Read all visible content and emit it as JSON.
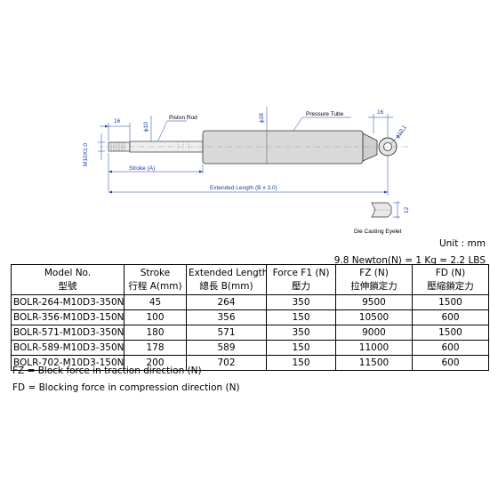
{
  "drawing": {
    "labels": {
      "dim_16_left": "16",
      "dim_phi10": "ϕ10",
      "piston_rod": "Piston Rod",
      "dim_phi28": "ϕ28",
      "pressure_tube": "Pressure Tube",
      "dim_16_right": "16",
      "dim_phi10_1": "ϕ10.1",
      "m10": "M10X1.0",
      "stroke": "Stroke (A)",
      "extended_length": "Extended Length (B ± 3.0)",
      "dim_12": "12",
      "die_casting": "Die Casting Eyelet"
    }
  },
  "info": {
    "unit": "Unit : mm",
    "conversion": "9.8 Newton(N) = 1 Kg = 2.2 LBS"
  },
  "table": {
    "headers": [
      {
        "en": "Model No.",
        "zh": "型號"
      },
      {
        "en": "Stroke",
        "zh": "行程 A(mm)"
      },
      {
        "en": "Extended Length",
        "zh": "總長 B(mm)"
      },
      {
        "en": "Force F1 (N)",
        "zh": "壓力"
      },
      {
        "en": "FZ (N)",
        "zh": "拉伸鎖定力"
      },
      {
        "en": "FD (N)",
        "zh": "壓縮鎖定力"
      }
    ],
    "rows": [
      [
        "BOLR-264-M10D3-350N",
        "45",
        "264",
        "350",
        "9500",
        "1500"
      ],
      [
        "BOLR-356-M10D3-150N",
        "100",
        "356",
        "150",
        "10500",
        "600"
      ],
      [
        "BOLR-571-M10D3-350N",
        "180",
        "571",
        "350",
        "9000",
        "1500"
      ],
      [
        "BOLR-589-M10D3-350N",
        "178",
        "589",
        "150",
        "11000",
        "600"
      ],
      [
        "BOLR-702-M10D3-150N",
        "200",
        "702",
        "150",
        "11500",
        "600"
      ]
    ]
  },
  "notes": {
    "fz": "FZ = Block force in traction direction (N)",
    "fd": "FD = Blocking force in compression direction (N)"
  },
  "colors": {
    "dimension": "#1a3fa8",
    "tube_fill": "#d9d9d9",
    "outline": "#333333"
  }
}
